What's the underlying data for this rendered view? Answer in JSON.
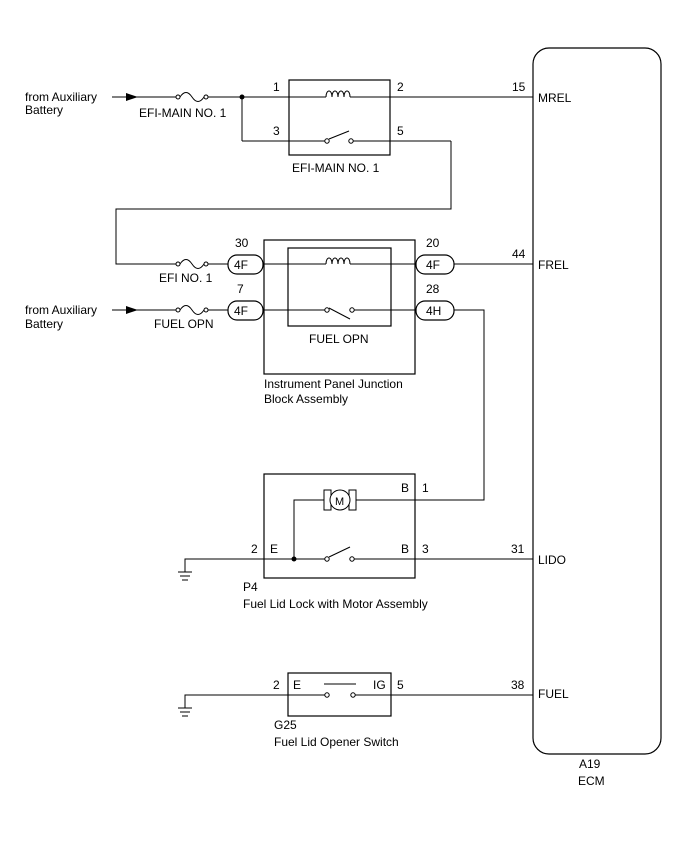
{
  "sources": {
    "aux_battery_1": [
      "from Auxiliary",
      "Battery"
    ],
    "aux_battery_2": [
      "from Auxiliary",
      "Battery"
    ]
  },
  "fuses": {
    "efi_main": "EFI-MAIN NO. 1",
    "efi": "EFI NO. 1",
    "fuel_opn": "FUEL OPN"
  },
  "relays": {
    "efi_main": {
      "label": "EFI-MAIN NO. 1",
      "pins": {
        "coil_in": "1",
        "coil_out": "2",
        "sw_in": "3",
        "sw_out": "5"
      }
    },
    "fuel_opn": {
      "label": "FUEL OPN",
      "pins": {
        "coil_in": "30",
        "coil_out": "20",
        "sw_in": "7",
        "sw_out": "28"
      },
      "connectors": {
        "coil_in": "4F",
        "coil_out": "4F",
        "sw_in": "4F",
        "sw_out": "4H"
      }
    }
  },
  "junction_block": {
    "name_line1": "Instrument Panel Junction",
    "name_line2": "Block Assembly"
  },
  "fuel_lid_lock": {
    "code": "P4",
    "name": "Fuel Lid Lock with Motor Assembly",
    "pins": {
      "motor": "1",
      "ground": "2",
      "switch": "3"
    },
    "terminals": {
      "motor": "B",
      "ground": "E",
      "switch": "B"
    }
  },
  "opener_switch": {
    "code": "G25",
    "name": "Fuel Lid Opener Switch",
    "pins": {
      "ground": "2",
      "ig": "5"
    },
    "terminals": {
      "ground": "E",
      "ig": "IG"
    }
  },
  "ecm": {
    "code": "A19",
    "name": "ECM",
    "pins": [
      {
        "number": "15",
        "signal": "MREL"
      },
      {
        "number": "44",
        "signal": "FREL"
      },
      {
        "number": "31",
        "signal": "LIDO"
      },
      {
        "number": "38",
        "signal": "FUEL"
      }
    ]
  }
}
